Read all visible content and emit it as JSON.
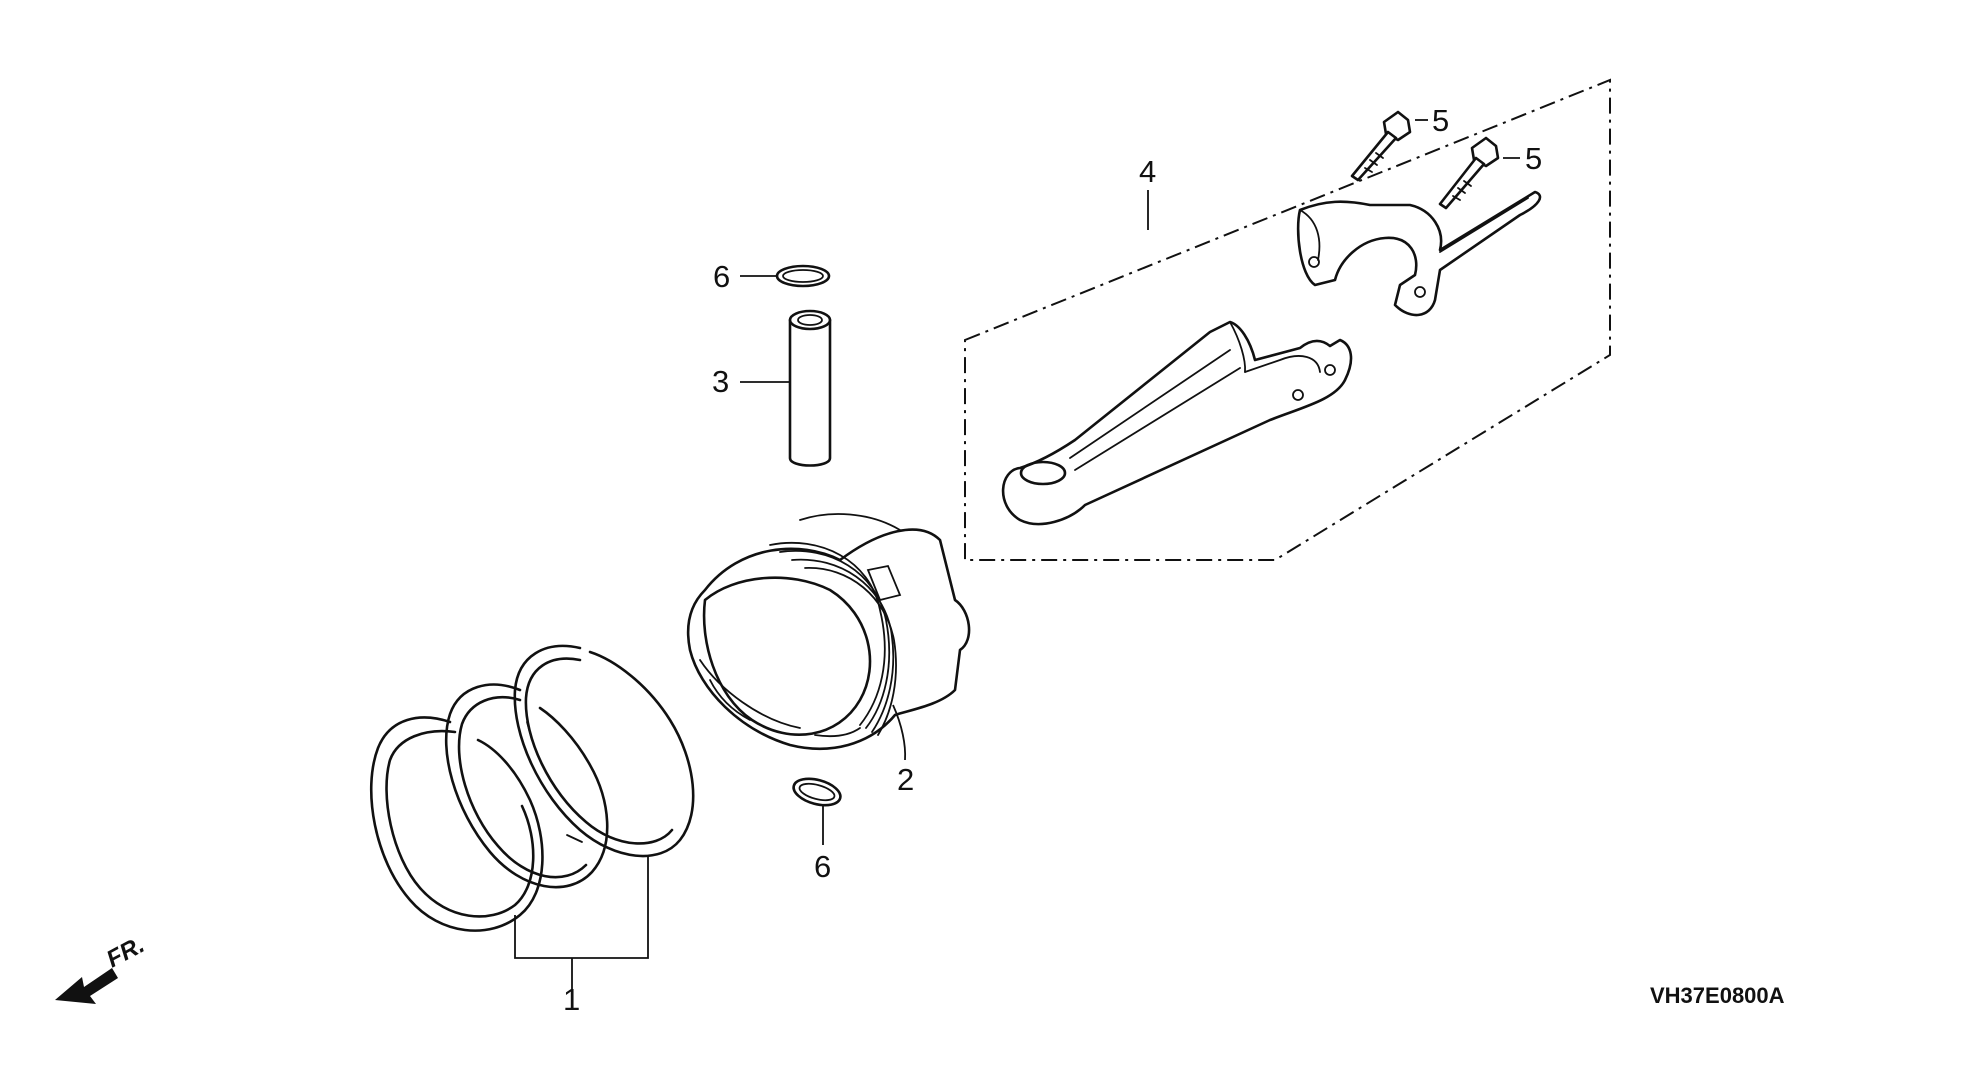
{
  "diagram": {
    "callouts": {
      "piston_rings": "1",
      "piston": "2",
      "piston_pin": "3",
      "connecting_rod_set": "4",
      "rod_bolt_upper": "5",
      "rod_bolt_lower": "5",
      "pin_clip_top": "6",
      "pin_clip_bottom": "6"
    },
    "direction_label": "FR.",
    "figure_code": "VH37E0800A"
  }
}
